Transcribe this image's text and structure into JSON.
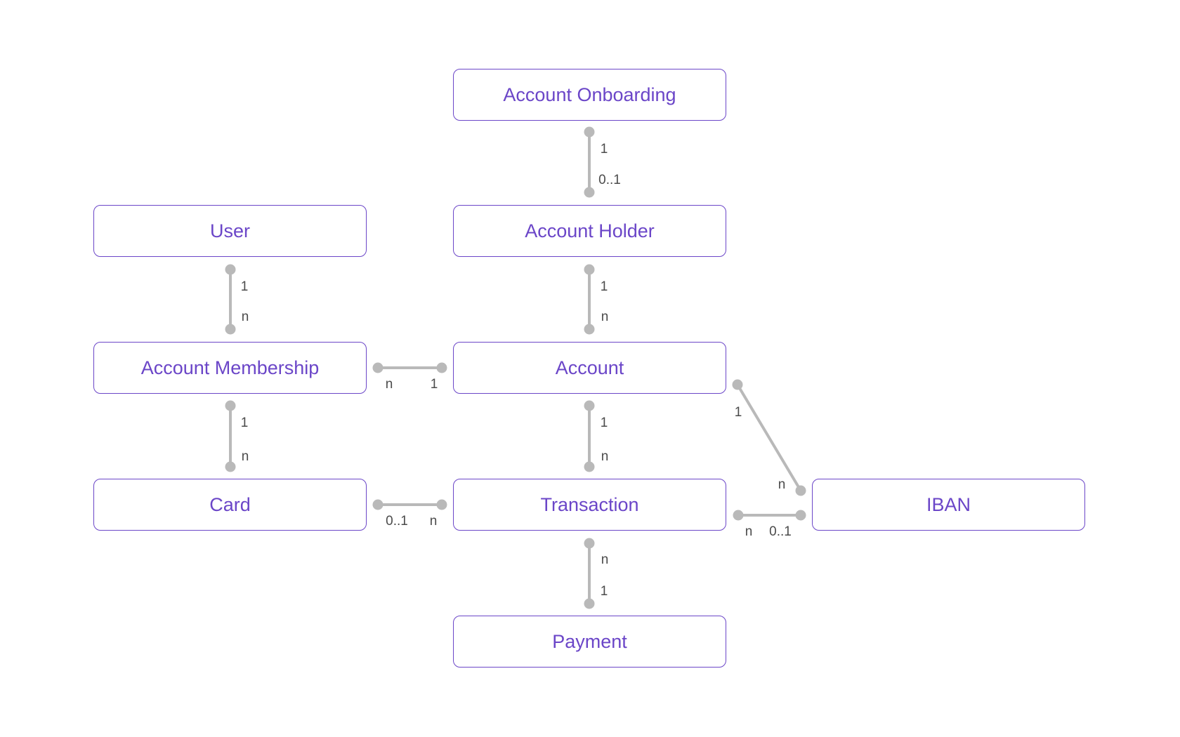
{
  "theme": {
    "background": "#ffffff",
    "entity_border_color": "#6b46c8",
    "entity_text_color": "#6b46c8",
    "connector_color": "#b9b9b9",
    "cardinality_text_color": "#4b4b4b"
  },
  "entities": [
    {
      "id": "account-onboarding",
      "label": "Account Onboarding"
    },
    {
      "id": "user",
      "label": "User"
    },
    {
      "id": "account-holder",
      "label": "Account Holder"
    },
    {
      "id": "account-membership",
      "label": "Account Membership"
    },
    {
      "id": "account",
      "label": "Account"
    },
    {
      "id": "card",
      "label": "Card"
    },
    {
      "id": "transaction",
      "label": "Transaction"
    },
    {
      "id": "iban",
      "label": "IBAN"
    },
    {
      "id": "payment",
      "label": "Payment"
    }
  ],
  "relationships": [
    {
      "from": "Account Onboarding",
      "to": "Account Holder",
      "from_card": "1",
      "to_card": "0..1"
    },
    {
      "from": "User",
      "to": "Account Membership",
      "from_card": "1",
      "to_card": "n"
    },
    {
      "from": "Account Holder",
      "to": "Account",
      "from_card": "1",
      "to_card": "n"
    },
    {
      "from": "Account Membership",
      "to": "Card",
      "from_card": "1",
      "to_card": "n"
    },
    {
      "from": "Account",
      "to": "Transaction",
      "from_card": "1",
      "to_card": "n"
    },
    {
      "from": "Transaction",
      "to": "Payment",
      "from_card": "n",
      "to_card": "1"
    },
    {
      "from": "Account Membership",
      "to": "Account",
      "from_card": "n",
      "to_card": "1"
    },
    {
      "from": "Card",
      "to": "Transaction",
      "from_card": "0..1",
      "to_card": "n"
    },
    {
      "from": "Transaction",
      "to": "IBAN",
      "from_card": "n",
      "to_card": "0..1"
    },
    {
      "from": "Account",
      "to": "IBAN",
      "from_card": "1",
      "to_card": "n"
    }
  ]
}
